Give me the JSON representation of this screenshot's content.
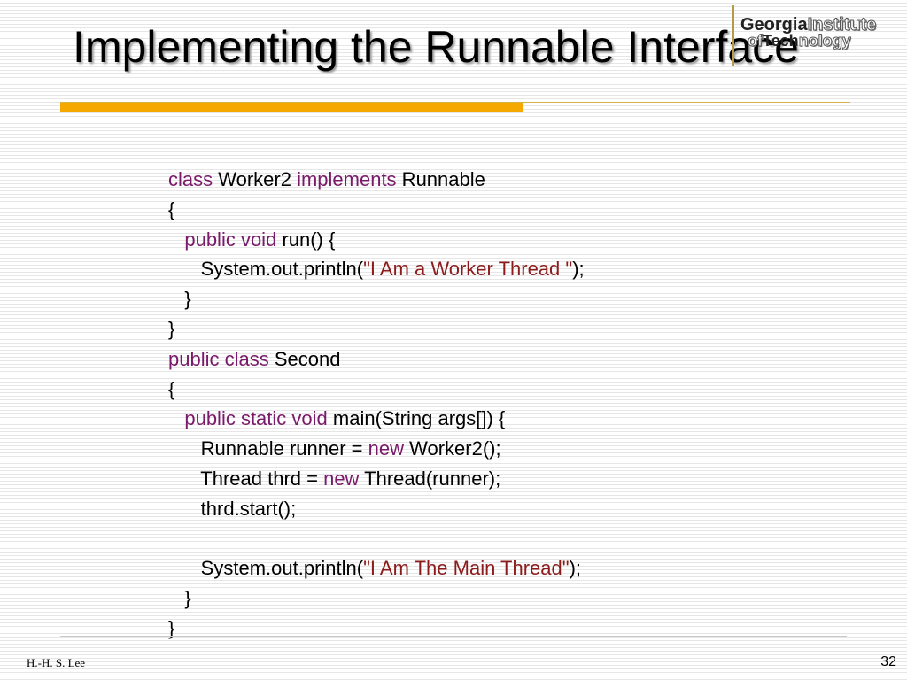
{
  "slide": {
    "title": "Implementing the Runnable Interface",
    "author": "H.-H. S. Lee",
    "page_number": "32"
  },
  "logo": {
    "line1_a": "Georgia",
    "line1_b": "Institute",
    "line2_a": "of",
    "line2_b": "Tech",
    "line2_c": "nology"
  },
  "code": {
    "lines": [
      [
        {
          "t": "class",
          "k": "kw"
        },
        {
          "t": " Worker2 "
        },
        {
          "t": "implements",
          "k": "kw"
        },
        {
          "t": " Runnable"
        }
      ],
      [
        {
          "t": "{"
        }
      ],
      [
        {
          "t": "   "
        },
        {
          "t": "public void",
          "k": "kw"
        },
        {
          "t": " run() {"
        }
      ],
      [
        {
          "t": "      System.out.println("
        },
        {
          "t": "\"I Am a Worker Thread \"",
          "k": "str"
        },
        {
          "t": ");"
        }
      ],
      [
        {
          "t": "   }"
        }
      ],
      [
        {
          "t": "}"
        }
      ],
      [
        {
          "t": "public class",
          "k": "kw"
        },
        {
          "t": " Second"
        }
      ],
      [
        {
          "t": "{"
        }
      ],
      [
        {
          "t": "   "
        },
        {
          "t": "public static void",
          "k": "kw"
        },
        {
          "t": " main(String args[]) {"
        }
      ],
      [
        {
          "t": "      Runnable runner = "
        },
        {
          "t": "new",
          "k": "kw"
        },
        {
          "t": " Worker2();"
        }
      ],
      [
        {
          "t": "      Thread thrd = "
        },
        {
          "t": "new",
          "k": "kw"
        },
        {
          "t": " Thread(runner);"
        }
      ],
      [
        {
          "t": "      thrd.start();"
        }
      ],
      [],
      [
        {
          "t": "      System.out.println("
        },
        {
          "t": "\"I Am The Main Thread\"",
          "k": "str"
        },
        {
          "t": ");"
        }
      ],
      [
        {
          "t": "   }"
        }
      ],
      [
        {
          "t": "}"
        }
      ]
    ]
  },
  "colors": {
    "keyword": "#7a1a6a",
    "string": "#8c1c1c",
    "accent_bar": "#f5a800"
  }
}
